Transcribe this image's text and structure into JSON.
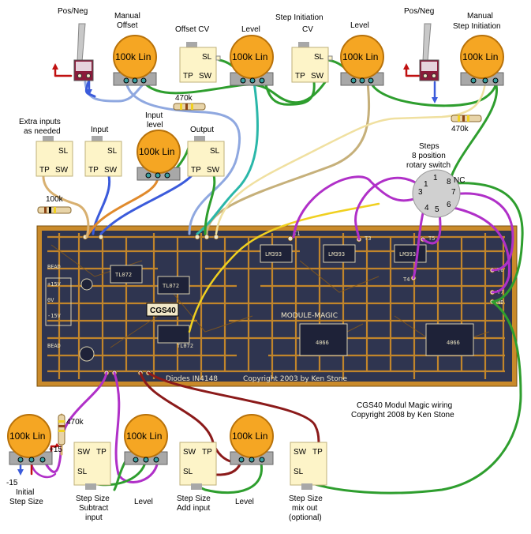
{
  "top": {
    "posneg_left": "Pos/Neg",
    "manual_offset": [
      "Manual",
      "Offset"
    ],
    "offset_cv": "Offset CV",
    "level_1": "Level",
    "step_initiation_cv": [
      "Step Initiation",
      "CV"
    ],
    "level_2": "Level",
    "posneg_right": "Pos/Neg",
    "manual_step_initiation": [
      "Manual",
      "Step Initiation"
    ]
  },
  "pot_label": "100k Lin",
  "jack": {
    "sl": "SL",
    "tp": "TP",
    "sw": "SW"
  },
  "resistors": {
    "r_top": "470k",
    "r_right": "470k",
    "r_left": "100k",
    "r_bottom": "470k"
  },
  "middle": {
    "extra_inputs": [
      "Extra inputs",
      "as needed"
    ],
    "input": "Input",
    "input_level": [
      "Input",
      "level"
    ],
    "output": "Output"
  },
  "steps": {
    "title": [
      "Steps",
      "8 position",
      "rotary switch"
    ],
    "nc": "NC",
    "positions": [
      "1",
      "2",
      "3",
      "4",
      "5",
      "6",
      "7",
      "8"
    ]
  },
  "pcb": {
    "board_name": "MODULE-MAGIC",
    "chip": "CGS40",
    "copyright": "Copyright 2003 by Ken Stone",
    "diodes": "Diodes IN4148",
    "ic_labels": [
      "TL072",
      "TL072",
      "TL072",
      "LM393",
      "LM393",
      "LM393",
      "4066",
      "4066"
    ],
    "t_labels": [
      "T1",
      "T3",
      "T5",
      "T4",
      "T6",
      "T7"
    ],
    "gnd": "GND",
    "power": [
      "+15V",
      "0V",
      "-15V"
    ],
    "bead": "BEAD"
  },
  "caption": [
    "CGS40 Modul Magic wiring",
    "Copyright 2008 by Ken Stone"
  ],
  "bottom": {
    "plus15": "+15",
    "minus15": "-15",
    "initial_step_size": [
      "Initial",
      "Step Size"
    ],
    "step_size_subtract": [
      "Step Size",
      "Subtract",
      "input"
    ],
    "level_a": "Level",
    "step_size_add": [
      "Step Size",
      "Add input"
    ],
    "level_b": "Level",
    "step_size_mix": [
      "Step Size",
      "mix out",
      "(optional)"
    ]
  },
  "colors": {
    "pot_yellow": "#f5a623",
    "pot_stroke": "#b8720a",
    "jack_body": "#fdf4c8",
    "pcb": "#2f3550",
    "trace": "#c98a2a",
    "wire_blue": "#3b5bdb",
    "wire_green": "#2e9e2e",
    "wire_purple": "#b030c8",
    "wire_red": "#c01010",
    "wire_darkred": "#8b1a1a",
    "wire_yellow": "#f0d020",
    "wire_orange": "#e08a2c",
    "wire_cyan": "#2ab7a9",
    "wire_tan": "#d8b070",
    "wire_lightblue": "#8fa8e0"
  }
}
